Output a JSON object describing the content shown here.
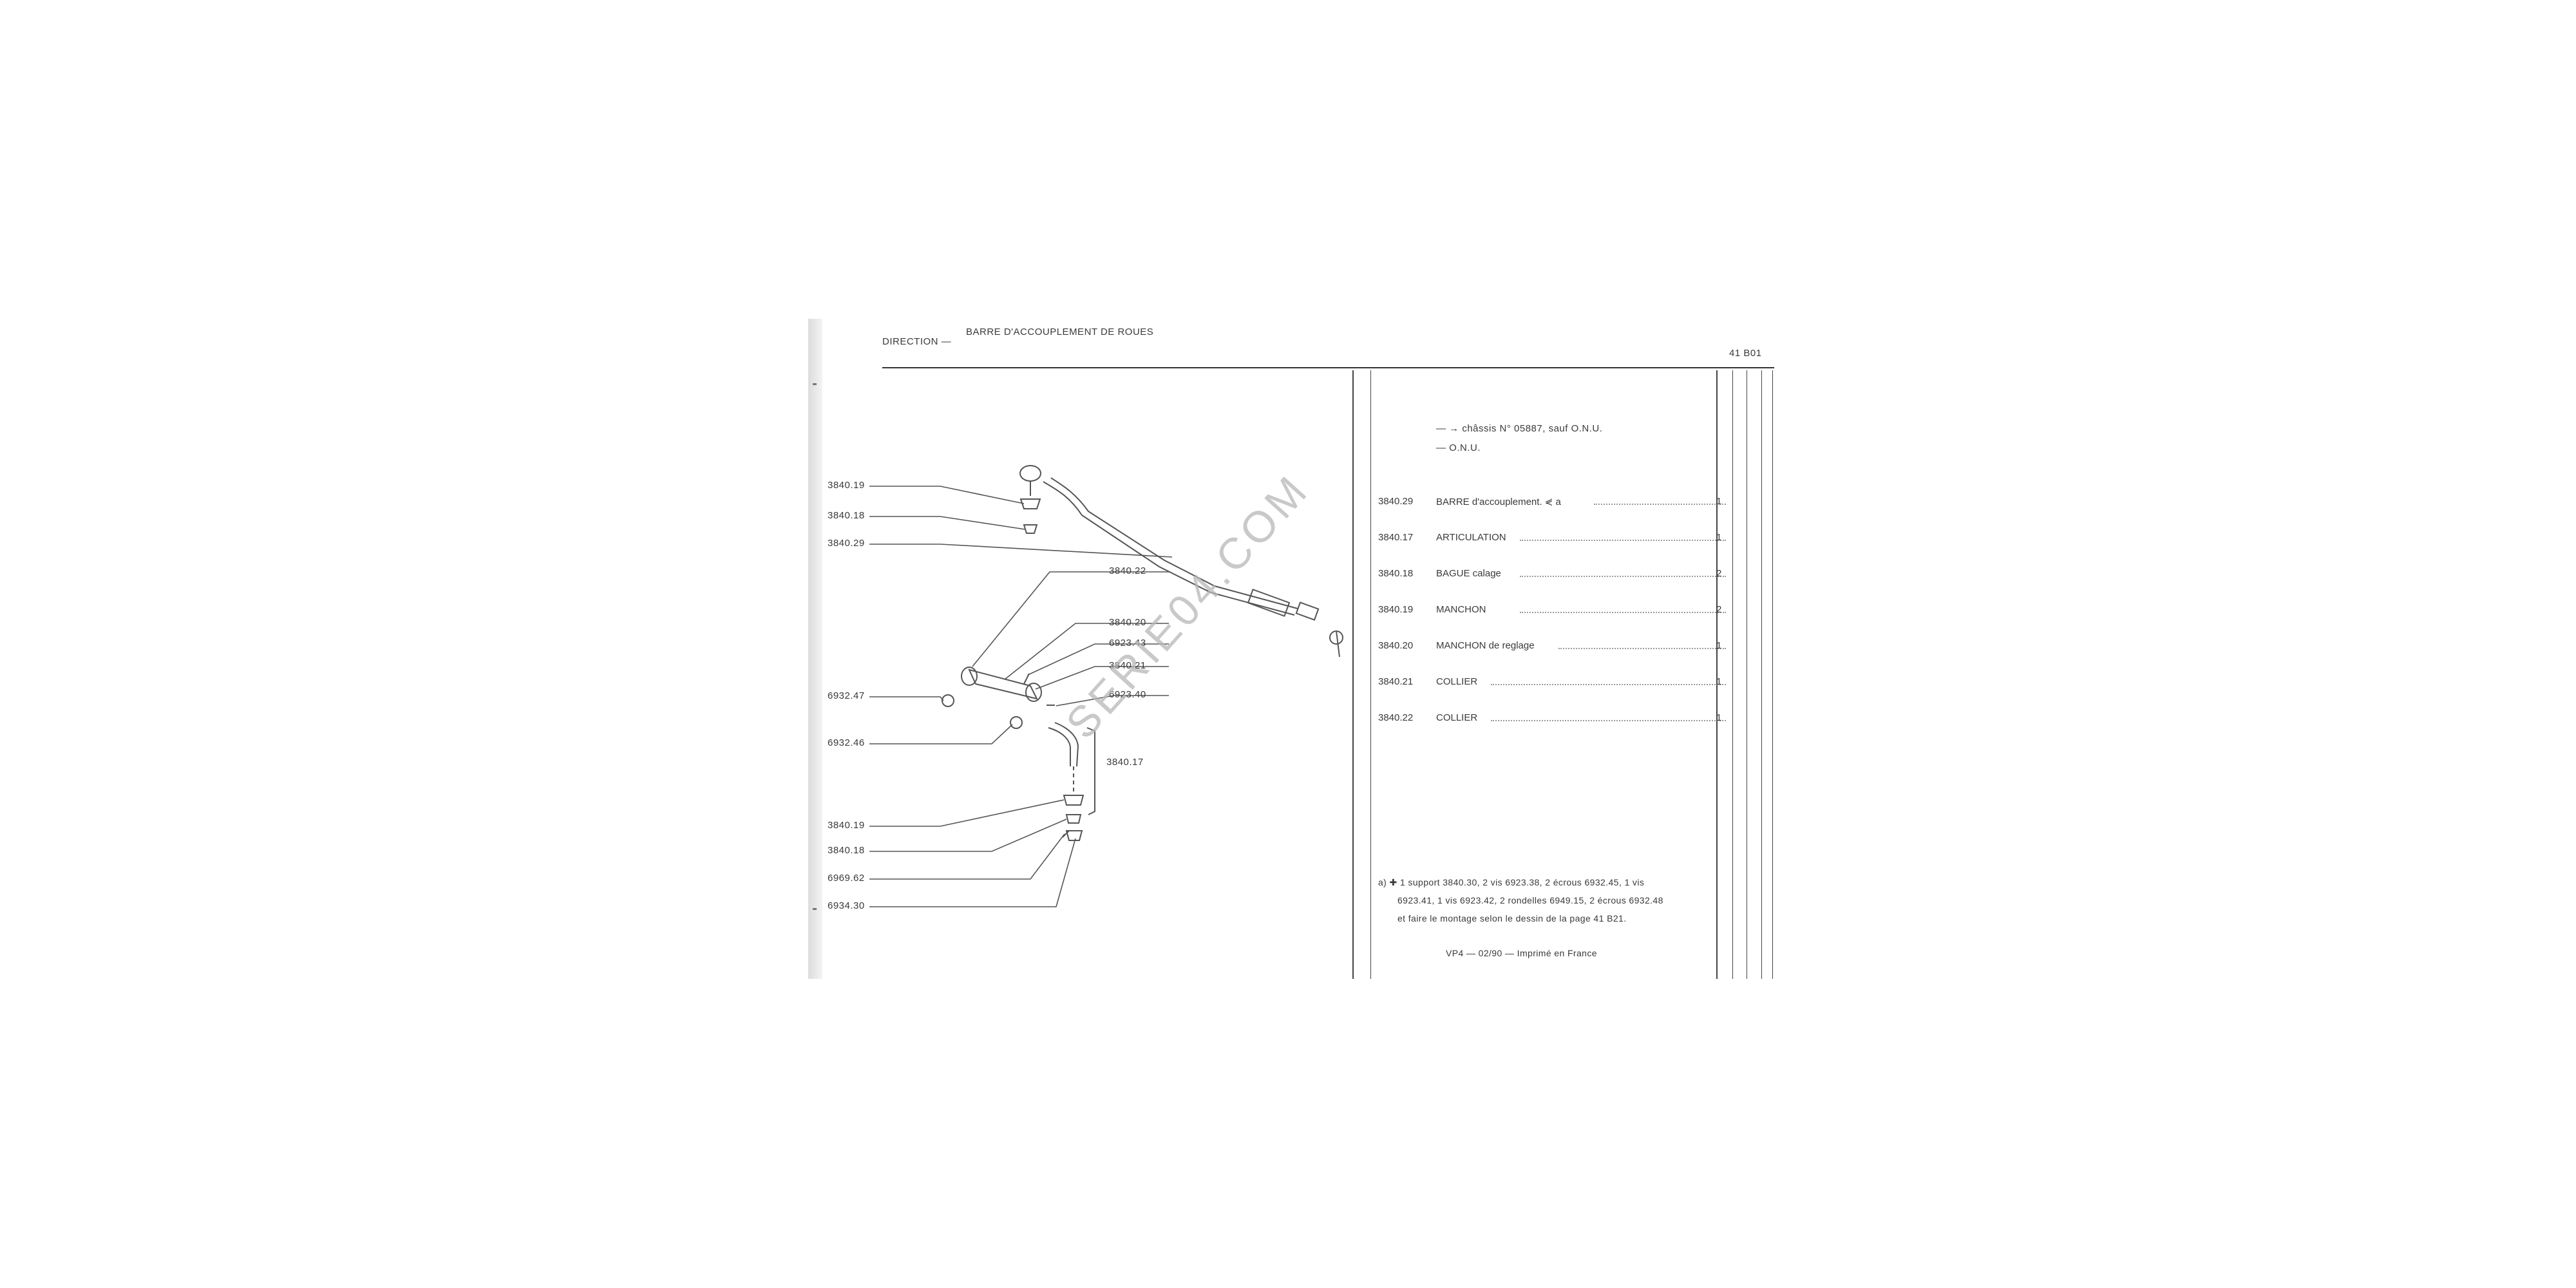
{
  "header": {
    "section": "DIRECTION —",
    "subtitle": "BARRE D'ACCOUPLEMENT DE ROUES",
    "page_ref": "41 B01"
  },
  "conditions": {
    "line1": "— → châssis N° 05887, sauf O.N.U.",
    "line2": "— O.N.U."
  },
  "parts": [
    {
      "ref": "3840.29",
      "desc": "BARRE d'accouplement. ⋞ a",
      "qty": "1"
    },
    {
      "ref": "3840.17",
      "desc": "ARTICULATION",
      "qty": "1"
    },
    {
      "ref": "3840.18",
      "desc": "BAGUE calage",
      "qty": "2"
    },
    {
      "ref": "3840.19",
      "desc": "MANCHON",
      "qty": "2"
    },
    {
      "ref": "3840.20",
      "desc": "MANCHON de reglage",
      "qty": "1"
    },
    {
      "ref": "3840.21",
      "desc": "COLLIER",
      "qty": "1"
    },
    {
      "ref": "3840.22",
      "desc": "COLLIER",
      "qty": "1"
    }
  ],
  "footnote": {
    "line1": "a) ✚ 1 support 3840.30, 2 vis 6923.38, 2 écrous 6932.45, 1 vis",
    "line2": "6923.41, 1 vis 6923.42, 2 rondelles 6949.15, 2 écrous 6932.48",
    "line3": "et faire le montage selon le dessin de la page 41 B21."
  },
  "printer": "VP4 — 02/90 — Imprimé en France",
  "watermark": "SERIE04.COM",
  "diagram_labels": {
    "l1": "3840.19",
    "l2": "3840.18",
    "l3": "3840.29",
    "l4": "3840.22",
    "l5": "3840.20",
    "l6": "6923.43",
    "l7": "3840.21",
    "l8": "6932.47",
    "l9": "6923.40",
    "l10": "6932.46",
    "l11": "3840.17",
    "l12": "3840.19",
    "l13": "3840.18",
    "l14": "6969.62",
    "l15": "6934.30"
  }
}
